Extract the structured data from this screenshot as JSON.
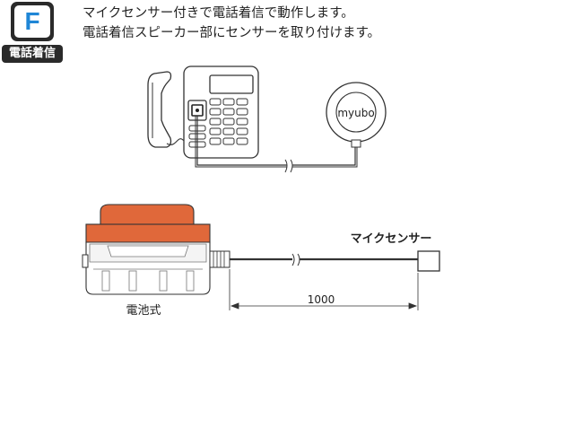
{
  "badge": {
    "letter": "F",
    "label": "電話着信"
  },
  "description": {
    "line1": "マイクセンサー付きで電話着信で動作します。",
    "line2": "電話着信スピーカー部にセンサーを取り付けます。"
  },
  "diagram": {
    "sensor_brand": "myubo",
    "mic_sensor_label": "マイクセンサー",
    "cable_length": "1000",
    "device_label": "電池式"
  },
  "colors": {
    "accent": "#1f86d6",
    "device_top": "#e0683a",
    "line": "#333333"
  }
}
